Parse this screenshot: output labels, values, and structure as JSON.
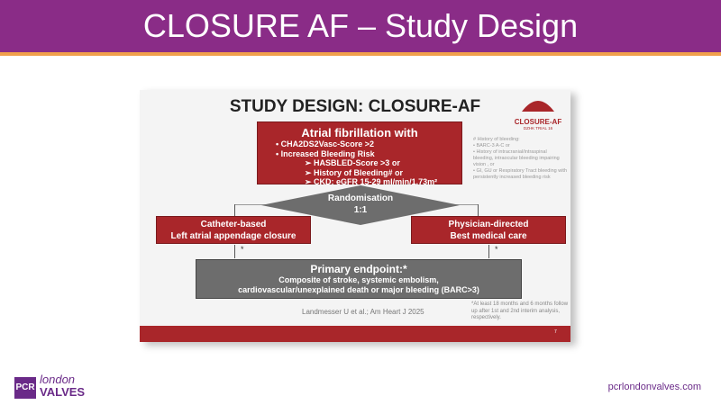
{
  "header": {
    "title": "CLOSURE AF – Study Design"
  },
  "slide": {
    "title": "STUDY DESIGN:  CLOSURE-AF",
    "logo": {
      "name": "CLOSURE-AF",
      "subtitle": "DZHK TRIAL 16"
    },
    "af_box": {
      "heading": "Atrial fibrillation with",
      "items": [
        "•   CHA2DS2Vasc-Score >2",
        "•   Increased Bleeding Risk"
      ],
      "subitems": [
        "➢  HASBLED-Score >3 or",
        "➢  History of Bleeding# or",
        "➢  CKD:  eGFR 15-29 ml/min/1.73m²"
      ]
    },
    "randomisation": {
      "line1": "Randomisation",
      "line2": "1:1"
    },
    "left_arm": {
      "line1": "Catheter-based",
      "line2": "Left atrial appendage closure"
    },
    "right_arm": {
      "line1": "Physician-directed",
      "line2": "Best medical care"
    },
    "star": "*",
    "endpoint": {
      "heading": "Primary endpoint:*",
      "line1": "Composite of stroke, systemic embolism,",
      "line2": "cardiovascular/unexplained death or major bleeding (BARC>3)"
    },
    "side_note": {
      "heading": "# History of bleeding:",
      "items": [
        "•  BARC-3 A-C or",
        "•  History of intracranial/intraspinal bleeding, intraocular bleeding impairing vision , or",
        "•  GI, GU or Respiratory Tract bleeding with persistently increased bleeding risk"
      ]
    },
    "citation": "Landmesser U et al.;  Am Heart J 2025",
    "footnote": "*At least 18 months and  6 months follow up after 1st and 2nd interim analysis, respectively.",
    "page_number": "7"
  },
  "footer": {
    "logo_box": "PCR",
    "logo_line1": "london",
    "logo_line2": "VALVES",
    "url": "pcrlondonvalves.com"
  },
  "colors": {
    "header": "#8a2c87",
    "accent_line": "#f0a04b",
    "slide_red": "#a9262a",
    "gray_box": "#6d6d6d"
  }
}
